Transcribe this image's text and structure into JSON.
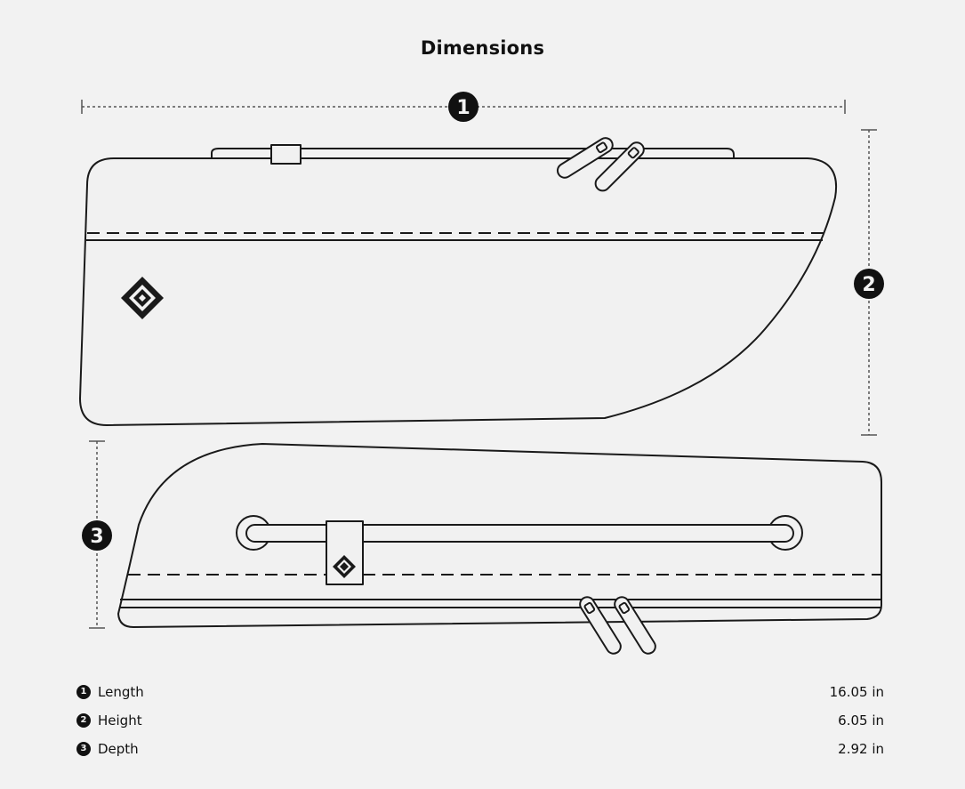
{
  "title": "Dimensions",
  "dimensions": [
    {
      "marker": "1",
      "label": "Length",
      "value": "16.05 in"
    },
    {
      "marker": "2",
      "label": "Height",
      "value": "6.05 in"
    },
    {
      "marker": "3",
      "label": "Depth",
      "value": "2.92 in"
    }
  ],
  "colors": {
    "background": "#f2f2f2",
    "bag_fill": "#f1f1f1",
    "line": "#1a1a1a",
    "marker": "#111111"
  },
  "icons": [
    "zipper-pull-icon",
    "brand-logo-icon",
    "dimension-marker-icon"
  ]
}
